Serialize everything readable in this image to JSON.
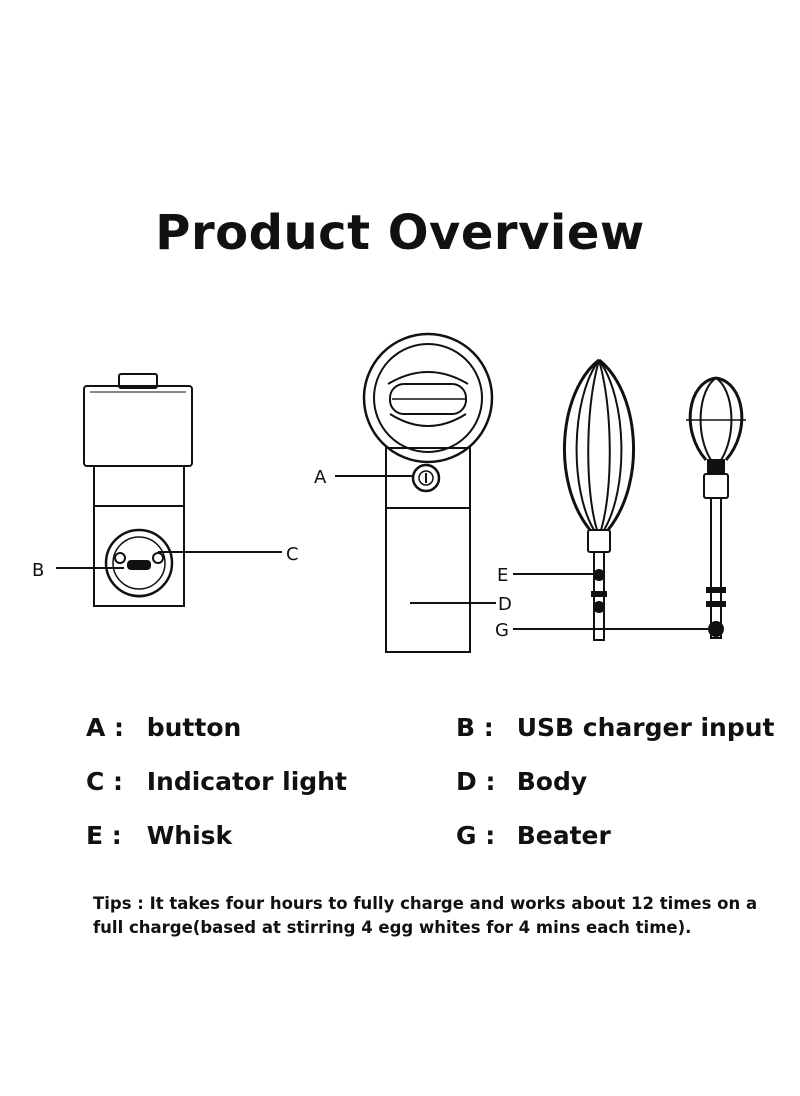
{
  "title": "Product Overview",
  "callouts": {
    "a": "A",
    "b": "B",
    "c": "C",
    "d": "D",
    "e": "E",
    "g": "G"
  },
  "legend": [
    {
      "letter": "A :",
      "text": "button"
    },
    {
      "letter": "B :",
      "text": "USB charger input"
    },
    {
      "letter": "C :",
      "text": "Indicator light"
    },
    {
      "letter": "D :",
      "text": "Body"
    },
    {
      "letter": "E :",
      "text": "Whisk"
    },
    {
      "letter": "G :",
      "text": "Beater"
    }
  ],
  "tips": "Tips : It takes four hours to fully charge and works about 12 times on a full charge(based at stirring 4 egg whites for 4 mins each time)."
}
